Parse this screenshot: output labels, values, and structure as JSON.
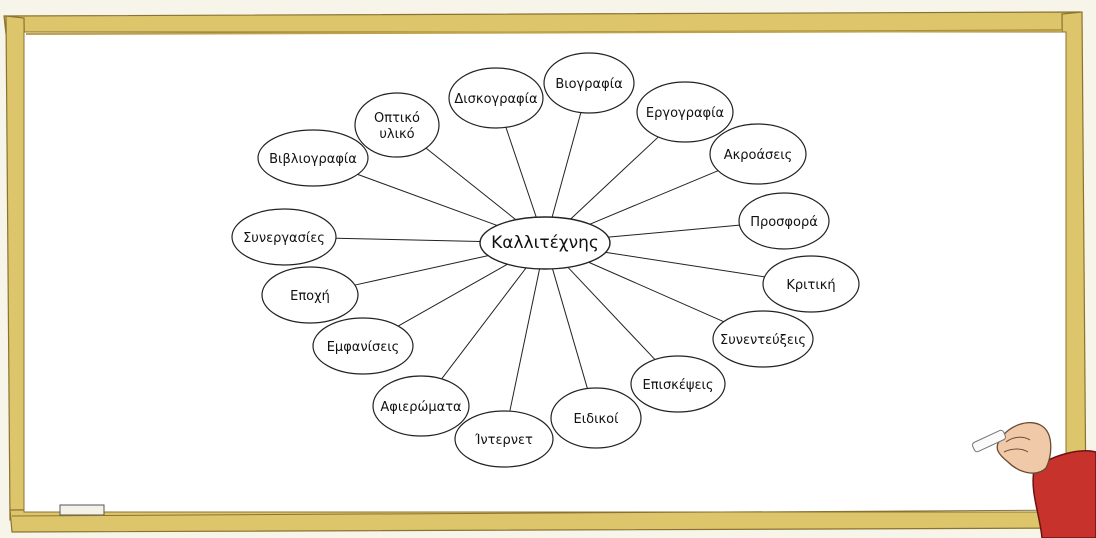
{
  "diagram": {
    "center": {
      "id": "center",
      "label": "Καλλιτέχνης"
    },
    "nodes": [
      {
        "id": "diskografia",
        "label": "Δισκογραφία"
      },
      {
        "id": "viografia",
        "label": "Βιογραφία"
      },
      {
        "id": "ergografia",
        "label": "Εργογραφία"
      },
      {
        "id": "akroaseis",
        "label": "Ακροάσεις"
      },
      {
        "id": "optiko-uliko",
        "label": "Οπτικό υλικό"
      },
      {
        "id": "vivliografia",
        "label": "Βιβλιογραφία"
      },
      {
        "id": "prosfora",
        "label": "Προσφορά"
      },
      {
        "id": "synergasies",
        "label": "Συνεργασίες"
      },
      {
        "id": "kritiki",
        "label": "Κριτική"
      },
      {
        "id": "epochi",
        "label": "Εποχή"
      },
      {
        "id": "synenteuxeis",
        "label": "Συνεντεύξεις"
      },
      {
        "id": "emfaniseis",
        "label": "Εμφανίσεις"
      },
      {
        "id": "episkepseis",
        "label": "Επισκέψεις"
      },
      {
        "id": "afieromata",
        "label": "Αφιερώματα"
      },
      {
        "id": "eidikoi",
        "label": "Ειδικοί"
      },
      {
        "id": "internet",
        "label": "Ίντερνετ"
      }
    ],
    "edges": [
      [
        "center",
        "diskografia"
      ],
      [
        "center",
        "viografia"
      ],
      [
        "center",
        "ergografia"
      ],
      [
        "center",
        "akroaseis"
      ],
      [
        "center",
        "optiko-uliko"
      ],
      [
        "center",
        "vivliografia"
      ],
      [
        "center",
        "prosfora"
      ],
      [
        "center",
        "synergasies"
      ],
      [
        "center",
        "kritiki"
      ],
      [
        "center",
        "epochi"
      ],
      [
        "center",
        "synenteuxeis"
      ],
      [
        "center",
        "emfaniseis"
      ],
      [
        "center",
        "episkepseis"
      ],
      [
        "center",
        "afieromata"
      ],
      [
        "center",
        "eidikoi"
      ],
      [
        "center",
        "internet"
      ]
    ]
  },
  "colors": {
    "frame": "#ddc56c",
    "frame_shadow": "#bfa24a",
    "board": "#ffffff",
    "ink": "#222222",
    "sleeve": "#c8322c",
    "skin": "#f0c9a8"
  }
}
